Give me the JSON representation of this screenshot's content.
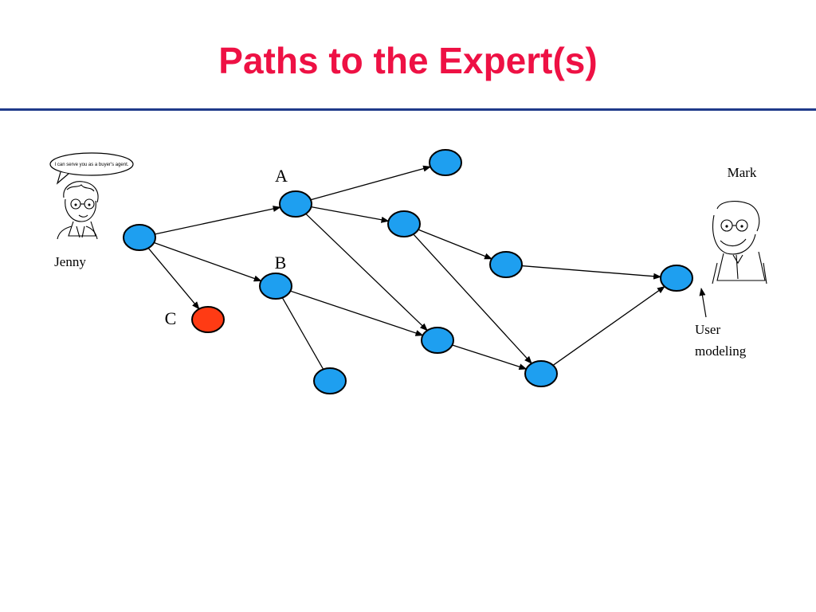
{
  "slide": {
    "title": "Paths to the Expert(s)"
  },
  "colors": {
    "title": "#ee1144",
    "rule": "#1f3a8a",
    "node_fill": "#1e9ff0",
    "node_highlight_fill": "#ff3b14",
    "node_stroke": "#000000",
    "edge": "#000000"
  },
  "diagram": {
    "labels": {
      "node_a": "A",
      "node_b": "B",
      "node_c": "C",
      "person_left": "Jenny",
      "person_right": "Mark",
      "user_modeling_line1": "User",
      "user_modeling_line2": "modeling"
    },
    "speech_bubble": "I can serve you as a buyer's agent.",
    "nodes": [
      {
        "id": "jenny_node",
        "highlight": false
      },
      {
        "id": "A",
        "highlight": false
      },
      {
        "id": "top",
        "highlight": false
      },
      {
        "id": "mid1",
        "highlight": false
      },
      {
        "id": "mid2",
        "highlight": false
      },
      {
        "id": "mark_node",
        "highlight": false
      },
      {
        "id": "B",
        "highlight": false
      },
      {
        "id": "C",
        "highlight": true
      },
      {
        "id": "lower1",
        "highlight": false
      },
      {
        "id": "lower2",
        "highlight": false
      },
      {
        "id": "bottom",
        "highlight": false
      }
    ],
    "edges": [
      {
        "from": "jenny_node",
        "to": "A",
        "arrow": true
      },
      {
        "from": "jenny_node",
        "to": "B",
        "arrow": true
      },
      {
        "from": "jenny_node",
        "to": "C",
        "arrow": true
      },
      {
        "from": "A",
        "to": "top",
        "arrow": true
      },
      {
        "from": "A",
        "to": "mid1",
        "arrow": true
      },
      {
        "from": "A",
        "to": "lower1",
        "arrow": true
      },
      {
        "from": "mid1",
        "to": "mid2",
        "arrow": true
      },
      {
        "from": "mid1",
        "to": "lower2",
        "arrow": true
      },
      {
        "from": "mid2",
        "to": "mark_node",
        "arrow": true
      },
      {
        "from": "B",
        "to": "lower1",
        "arrow": true
      },
      {
        "from": "B",
        "to": "bottom",
        "arrow": false
      },
      {
        "from": "lower1",
        "to": "lower2",
        "arrow": true
      },
      {
        "from": "lower2",
        "to": "mark_node",
        "arrow": true
      }
    ],
    "icons": [
      "jenny-cartoon-icon",
      "mark-cartoon-icon"
    ]
  }
}
